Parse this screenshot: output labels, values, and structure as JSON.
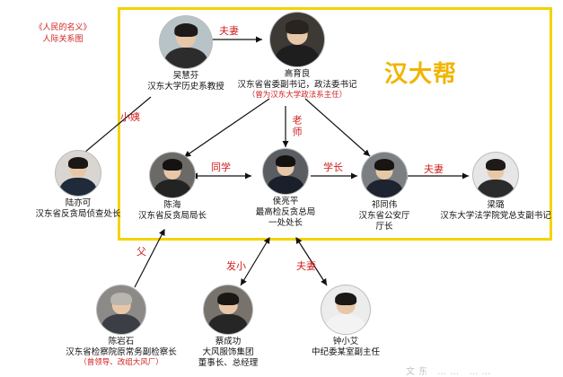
{
  "title": {
    "line1": "《人民的名义》",
    "line2": "人际关系图"
  },
  "faction_label": "汉大帮",
  "people": {
    "wu_huifen": {
      "name": "吴慧芬",
      "role1": "汉东大学历史系教授",
      "avatar_colors": {
        "bg": "#b8c3c8",
        "body": "#2c2c2c",
        "hair": "#1d1a18"
      }
    },
    "gao_yuliang": {
      "name": "高育良",
      "role1": "汉东省省委副书记，政法委书记",
      "note": "（曾为汉东大学政法系主任）",
      "avatar_colors": {
        "bg": "#3d3a36",
        "body": "#1e1e1e",
        "hair": "#2a2420"
      }
    },
    "lu_yike": {
      "name": "陆亦可",
      "role1": "汉东省反贪局侦查处长",
      "avatar_colors": {
        "bg": "#d9d6d2",
        "body": "#1f2a3a",
        "hair": "#1b1714"
      }
    },
    "chen_hai": {
      "name": "陈海",
      "role1": "汉东省反贪局局长",
      "avatar_colors": {
        "bg": "#6c6a67",
        "body": "#232323",
        "hair": "#151311"
      }
    },
    "hou_liangping": {
      "name": "侯亮平",
      "role1": "最高检反贪总局",
      "role2": "一处处长",
      "avatar_colors": {
        "bg": "#5a5e63",
        "body": "#1a1f2b",
        "hair": "#141210"
      }
    },
    "qi_tongwei": {
      "name": "祁同伟",
      "role1": "汉东省公安厅",
      "role2": "厅长",
      "avatar_colors": {
        "bg": "#7c7f82",
        "body": "#1d2430",
        "hair": "#181512"
      }
    },
    "liang_lu": {
      "name": "梁璐",
      "role1": "汉东大学法学院党总支副书记",
      "avatar_colors": {
        "bg": "#e6e6e6",
        "body": "#2b2b2b",
        "hair": "#1e1a17"
      }
    },
    "chen_yanshi": {
      "name": "陈岩石",
      "role1": "汉东省检察院原常务副检察长",
      "note": "（曾领导、改组大风厂）",
      "avatar_colors": {
        "bg": "#8b8a86",
        "body": "#3b3f45",
        "hair": "#b9b6b0"
      }
    },
    "cai_chenggong": {
      "name": "蔡成功",
      "role1": "大风服饰集团",
      "role2": "董事长、总经理",
      "avatar_colors": {
        "bg": "#77736c",
        "body": "#262626",
        "hair": "#1a1714"
      }
    },
    "zhong_xiaoai": {
      "name": "钟小艾",
      "role1": "中纪委某室副主任",
      "avatar_colors": {
        "bg": "#ececec",
        "body": "#f3f3f3",
        "hair": "#1b1815"
      }
    }
  },
  "relations": {
    "wu_gao": "夫妻",
    "wu_lu": "小姨",
    "gao_hou": "老师",
    "chen_hou": "同学",
    "hou_qi": "学长",
    "qi_liang": "夫妻",
    "chen_father": "父",
    "hou_cai": "发小",
    "hou_zhong": "夫妻"
  },
  "colors": {
    "accent_red": "#d02020",
    "faction_yellow": "#f2d400",
    "faction_text": "#f0b400",
    "arrow": "#111111"
  },
  "partial_text": "文东 …… ……"
}
